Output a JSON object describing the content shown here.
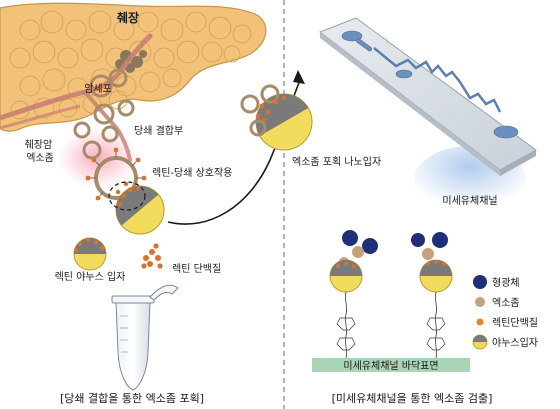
{
  "left_panel": {
    "organ_label": "췌장",
    "cancer_cell_label": "암세포",
    "exosome_label": "췌장암\n엑소좀",
    "glycan_site_label": "당쇄 결합부",
    "interaction_label": "렉틴-당쇄 상호작용",
    "janus_label": "렉틴 야누스 입자",
    "lectin_protein_label": "렉틴 단백질",
    "caption": "[당쇄 결합을 통한 엑소좀 포획]"
  },
  "right_panel": {
    "nanoparticle_label": "엑소좀 포획 나노입자",
    "chip_label": "미세유체채널",
    "surface_label": "미세유체채널 바닥표면",
    "caption": "[미세유체채널을 통한 엑소좀 검출]",
    "legend": [
      {
        "label": "형광체",
        "color": "#1f2f7a"
      },
      {
        "label": "엑소좀",
        "color": "#c6a27c"
      },
      {
        "label": "렉틴단백질",
        "color": "#e0892f"
      },
      {
        "label": "야누스입자",
        "color": "#f0d85a"
      }
    ]
  },
  "colors": {
    "pancreas": "#f3c27a",
    "vessel": "#c97f6f",
    "janus_yellow": "#f2dc5d",
    "janus_gray": "#7a7a7a",
    "lectin": "#d9732a",
    "fluor": "#1f2f7a",
    "surface": "#a8d5b5"
  }
}
